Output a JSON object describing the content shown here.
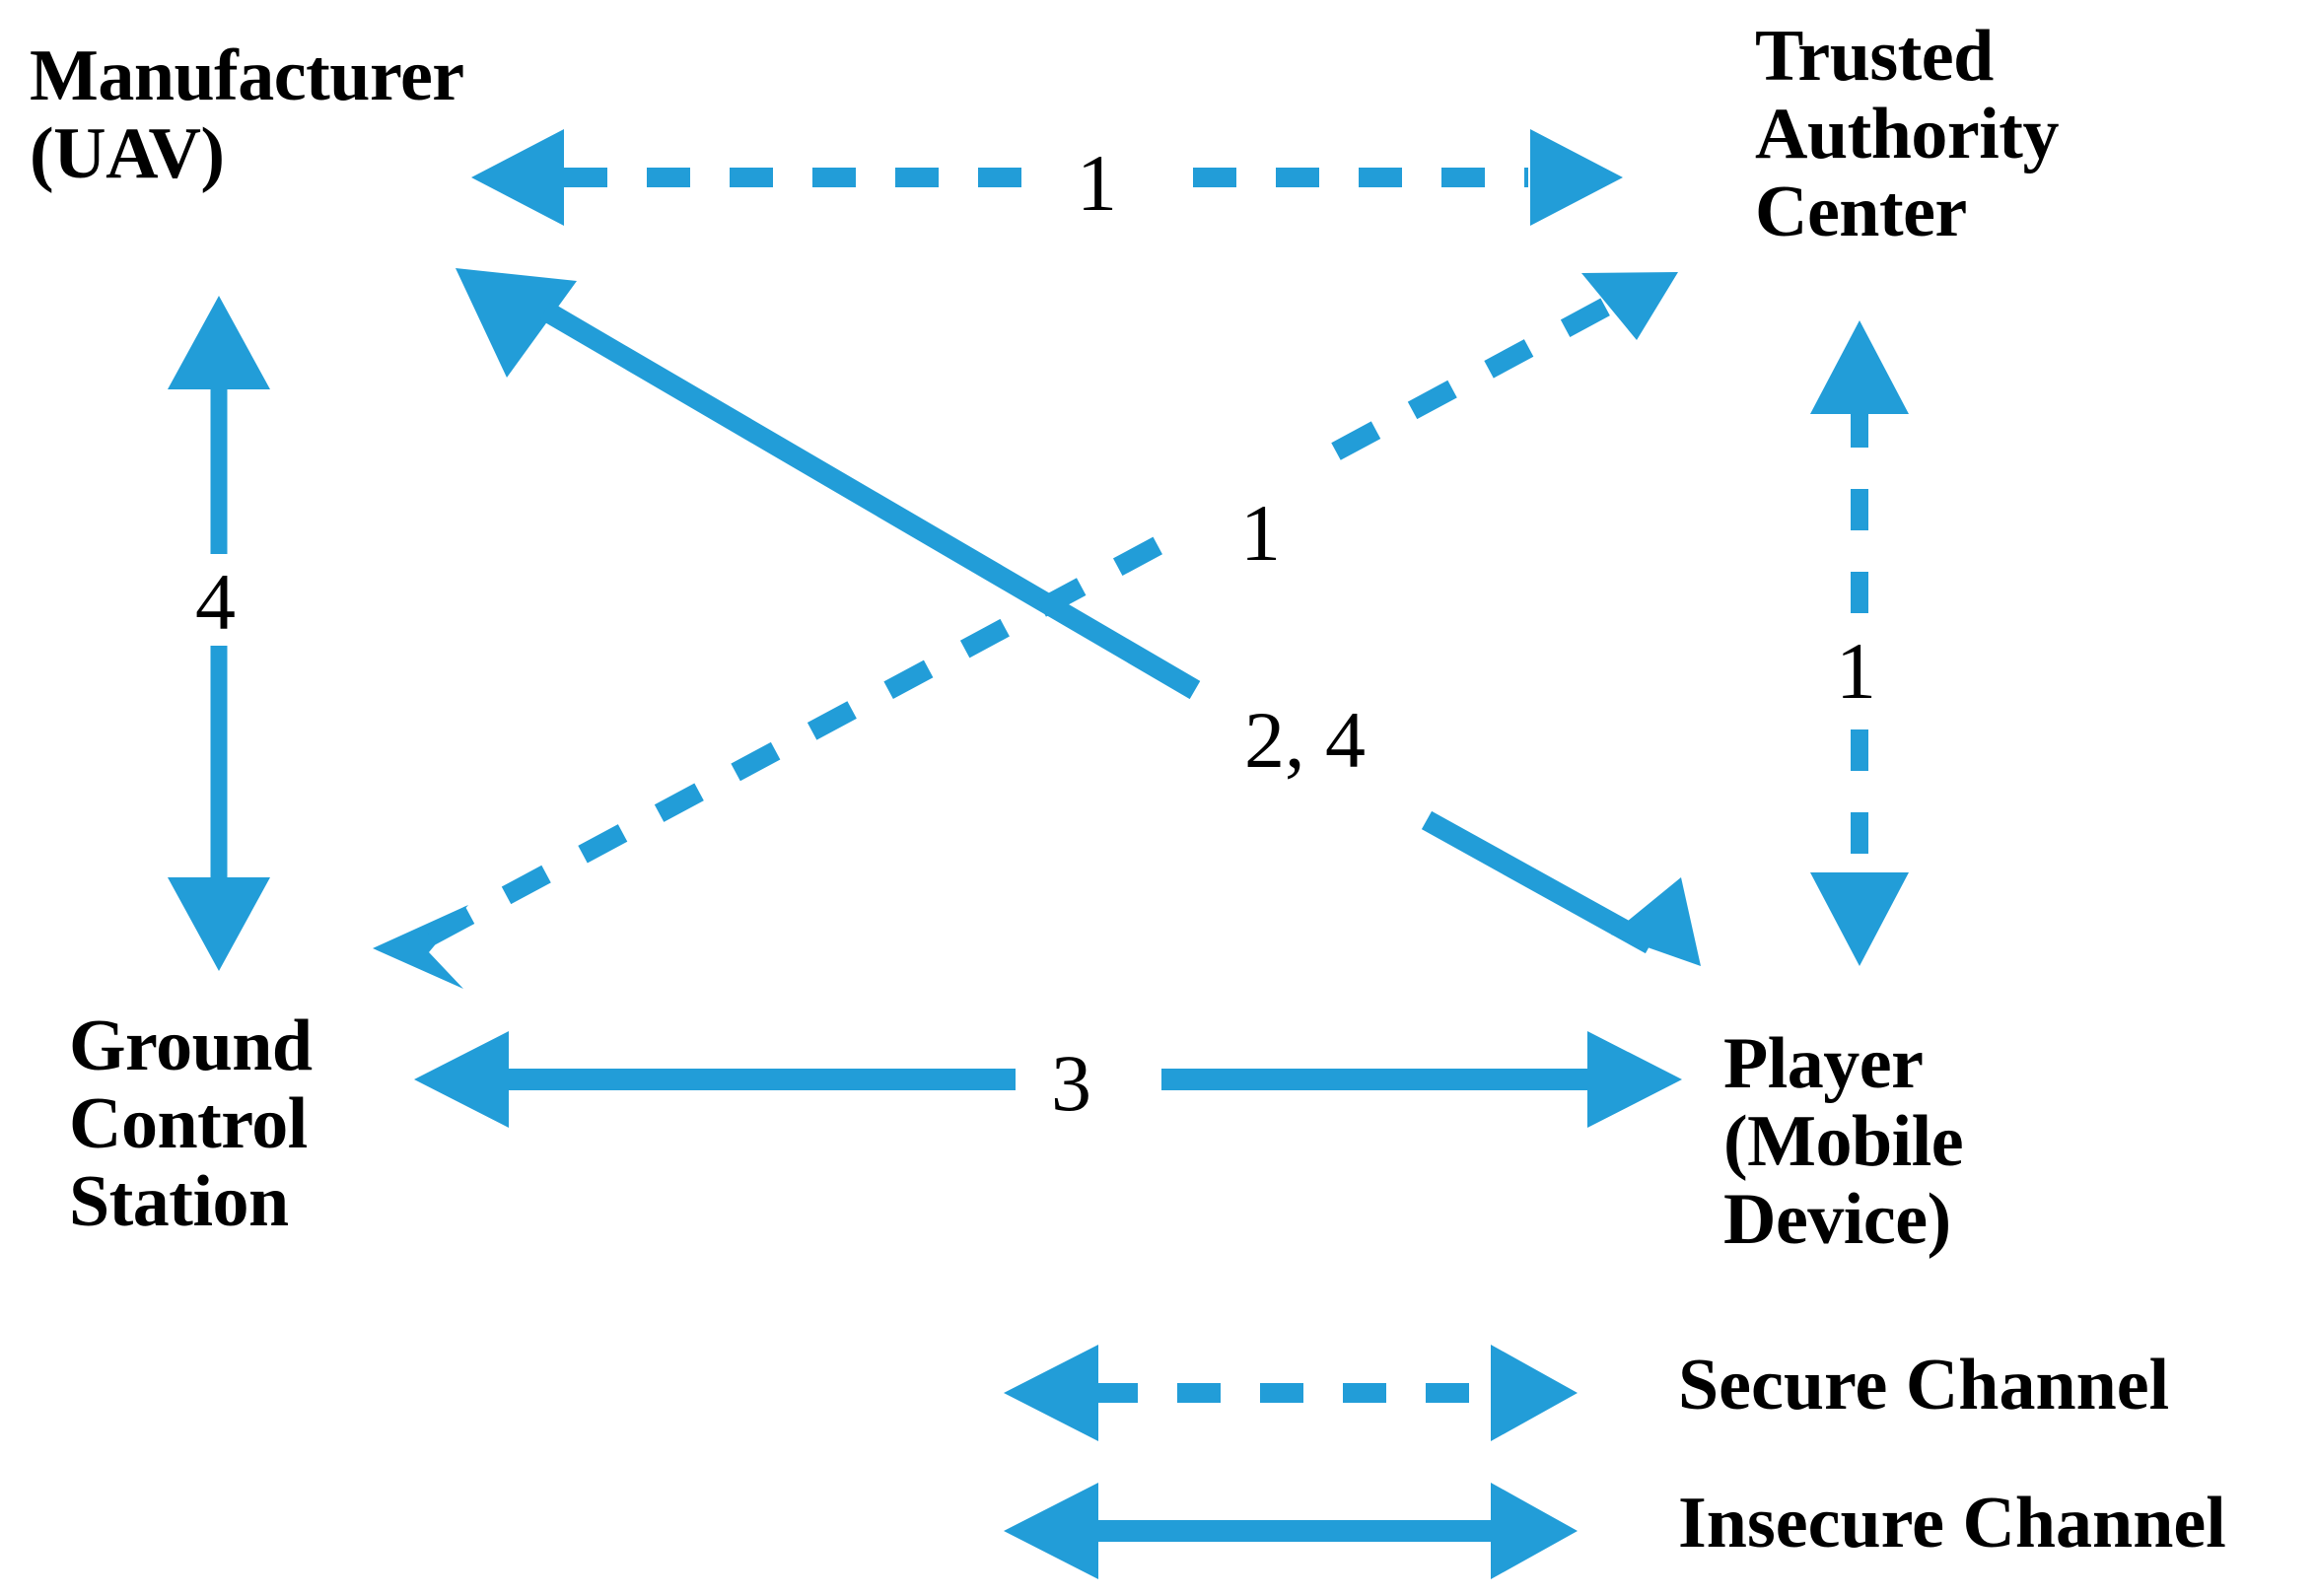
{
  "diagram": {
    "accent_color": "#229DD8",
    "text_color": "#000000",
    "background": "#FFFFFF",
    "nodes": [
      {
        "id": "manufacturer",
        "lines": [
          "Manufacturer",
          "(UAV)"
        ],
        "text": "Manufacturer\n(UAV)"
      },
      {
        "id": "trusted-authority-center",
        "lines": [
          "Trusted",
          "Authority",
          "Center"
        ],
        "text": "Trusted\nAuthority\nCenter"
      },
      {
        "id": "ground-control-station",
        "lines": [
          "Ground",
          "Control",
          "Station"
        ],
        "text": "Ground\nControl\nStation"
      },
      {
        "id": "player",
        "lines": [
          "Player",
          "(Mobile",
          "Device)"
        ],
        "text": "Player\n(Mobile\nDevice)"
      }
    ],
    "edges": [
      {
        "id": "manufacturer-tac",
        "label": "1",
        "channel": "secure",
        "style": "dashed",
        "direction": "both"
      },
      {
        "id": "gcs-tac",
        "label": "1",
        "channel": "secure",
        "style": "dashed",
        "direction": "both"
      },
      {
        "id": "tac-player",
        "label": "1",
        "channel": "secure",
        "style": "dashed",
        "direction": "both"
      },
      {
        "id": "manufacturer-player",
        "label": "2, 4",
        "channel": "insecure",
        "style": "solid",
        "direction": "both"
      },
      {
        "id": "manufacturer-gcs",
        "label": "4",
        "channel": "insecure",
        "style": "solid",
        "direction": "both"
      },
      {
        "id": "gcs-player",
        "label": "3",
        "channel": "insecure",
        "style": "solid",
        "direction": "both"
      }
    ],
    "legend": [
      {
        "id": "secure-channel",
        "label": "Secure Channel",
        "style": "dashed"
      },
      {
        "id": "insecure-channel",
        "label": "Insecure Channel",
        "style": "solid"
      }
    ]
  }
}
